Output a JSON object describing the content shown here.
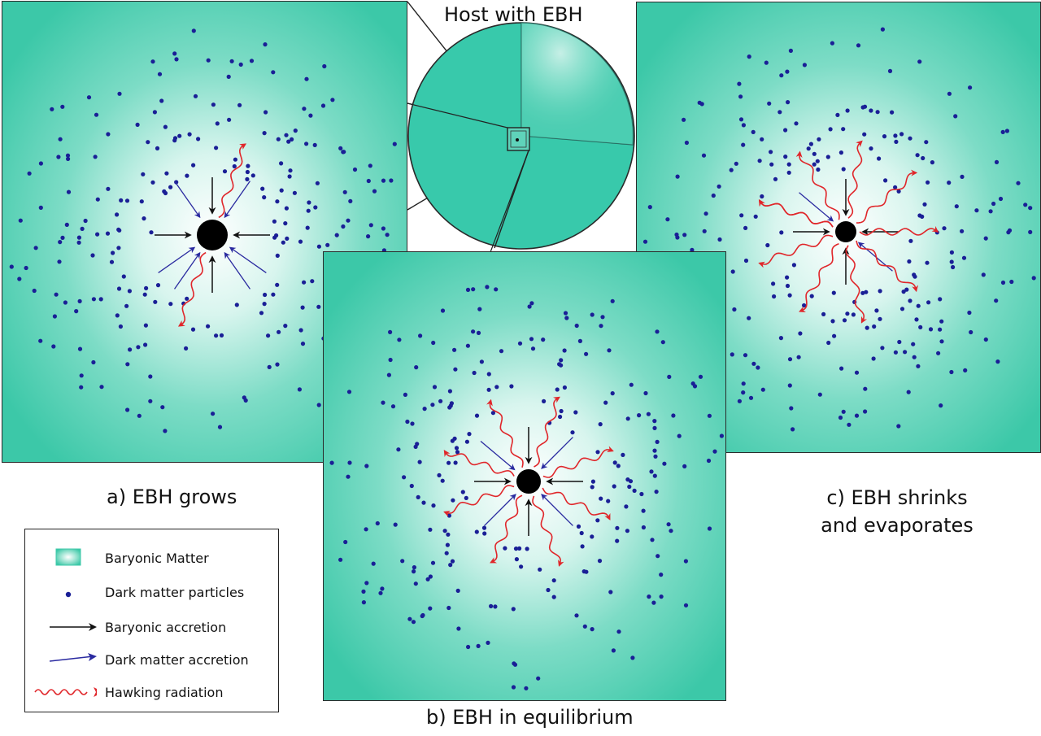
{
  "captions": {
    "host": "Host with EBH",
    "a": "a) EBH grows",
    "b": "b) EBH in equilibrium",
    "c_line1": "c) EBH shrinks",
    "c_line2": "and evaporates"
  },
  "legend": {
    "baryonic_matter": "Baryonic Matter",
    "dark_matter_particles": "Dark matter particles",
    "baryonic_accretion": "Baryonic accretion",
    "dark_matter_accretion": "Dark matter accretion",
    "hawking_radiation": "Hawking radiation"
  },
  "colors": {
    "baryonic_matter": "#3cc8a8",
    "dark_matter": "#1a1f96",
    "baryonic_accretion": "#111111",
    "dark_matter_accretion": "#2a2aa0",
    "hawking_radiation": "#e0262a",
    "black_hole": "#000000"
  }
}
